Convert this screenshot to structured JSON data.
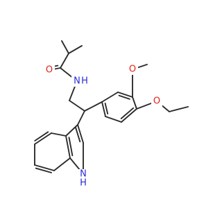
{
  "colors": {
    "bond": "#2b2b2b",
    "oxygen": "#e0221a",
    "nitrogen": "#2a2ad6",
    "background": "#ffffff"
  },
  "atoms": {
    "o_carbonyl": "O",
    "n_amide": "N",
    "h_amide": "H",
    "o_methoxy": "O",
    "o_ethoxy": "O",
    "n_indole": "N",
    "h_indole": "H"
  }
}
